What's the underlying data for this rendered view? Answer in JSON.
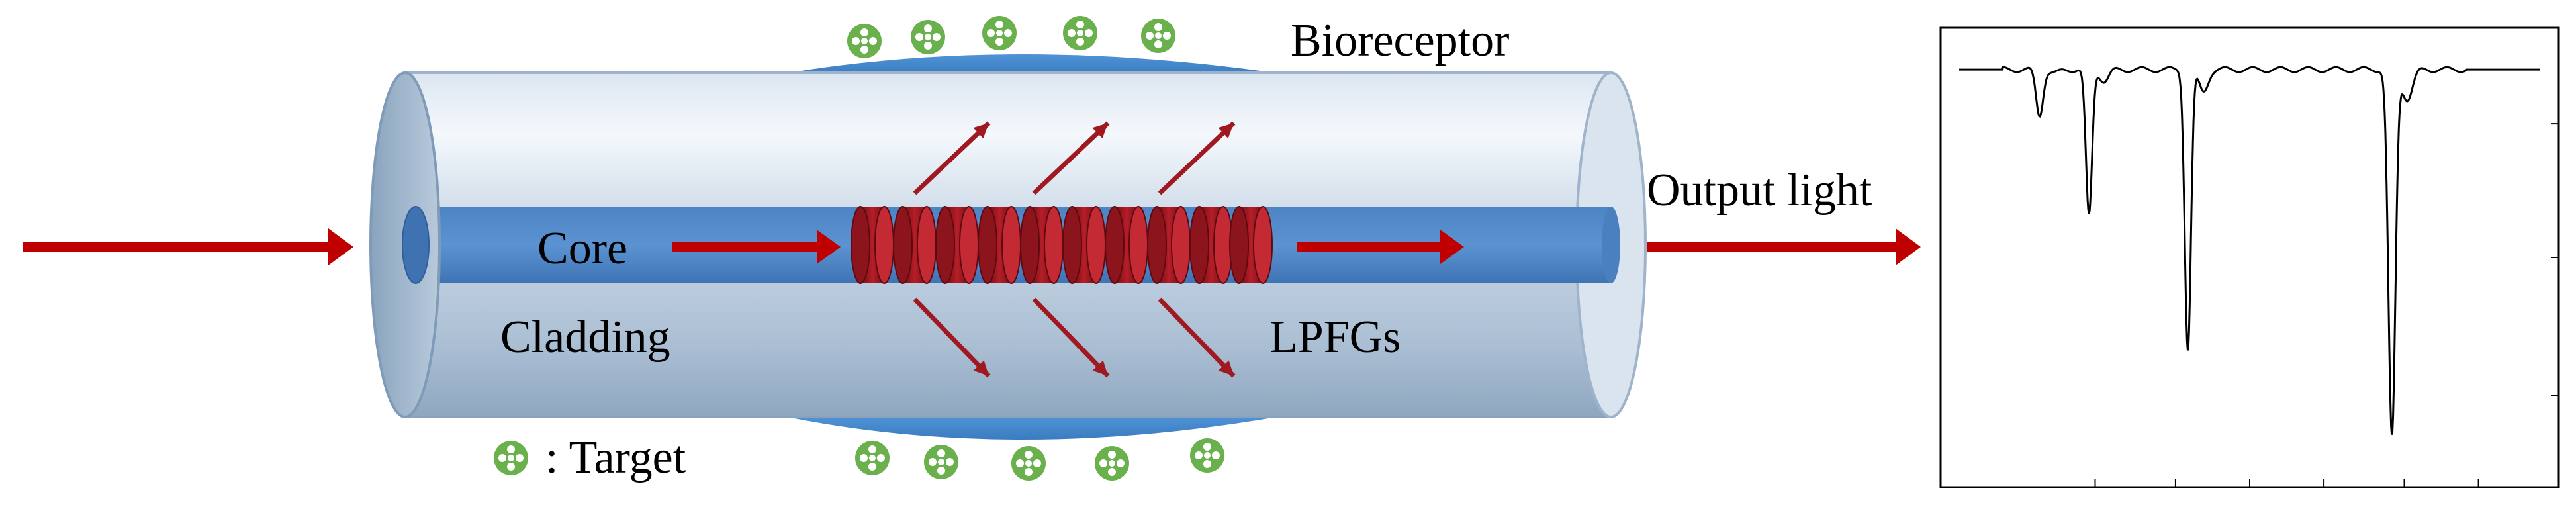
{
  "labels": {
    "bioreceptor": "Bioreceptor",
    "core": "Core",
    "cladding": "Cladding",
    "lpfgs": "LPFGs",
    "output_light": "Output light",
    "target_legend": ": Target"
  },
  "colors": {
    "arrow_red": "#c00000",
    "core_blue": "#4f86c6",
    "bioreceptor_blue": "#4a8fd0",
    "target_green": "#6ab04c",
    "grating_red": "#a01820",
    "cladding_light": "#e8f0f8",
    "cladding_shadow": "#7f9bb8"
  },
  "icons": {
    "target": "target-molecule-icon",
    "light_arrow": "light-arrow-icon",
    "coupling_arrow": "coupling-arrow-icon"
  },
  "spectrum": {
    "type": "line",
    "baseline": 1.0,
    "ylim": [
      0,
      1.1
    ],
    "xlim": [
      0,
      1
    ],
    "dips": [
      {
        "x": 0.16,
        "depth": 0.11,
        "width": 0.008
      },
      {
        "x": 0.24,
        "depth": 0.35,
        "width": 0.007
      },
      {
        "x": 0.4,
        "depth": 0.67,
        "width": 0.007
      },
      {
        "x": 0.73,
        "depth": 0.88,
        "width": 0.008
      }
    ],
    "x_ticks": [
      0.25,
      0.38,
      0.5,
      0.62,
      0.75,
      0.87
    ],
    "y_ticks": [
      0.22,
      0.55,
      0.87
    ]
  }
}
